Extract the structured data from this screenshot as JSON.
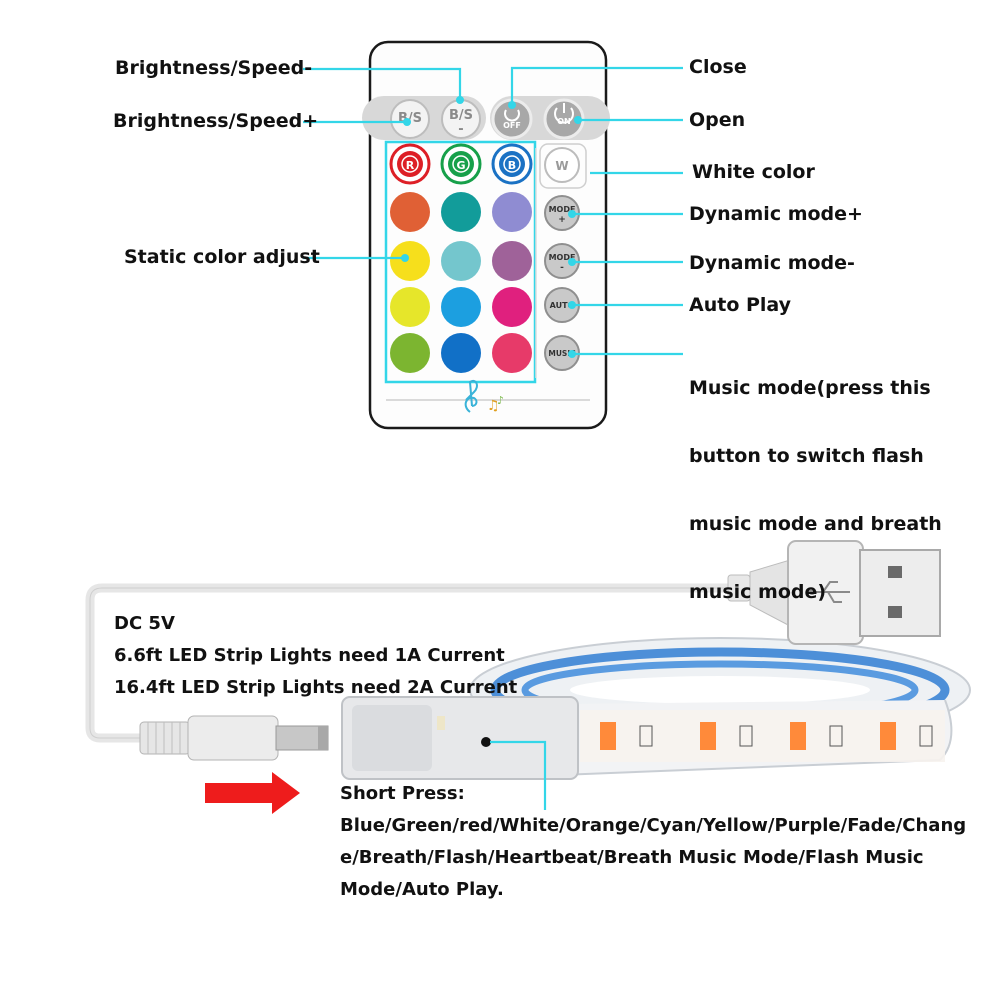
{
  "labels": {
    "brightness_minus": "Brightness/Speed-",
    "brightness_plus": "Brightness/Speed+",
    "static_color": "Static color adjust",
    "close": "Close",
    "open": "Open",
    "white": "White color",
    "dyn_plus": "Dynamic mode+",
    "dyn_minus": "Dynamic mode-",
    "auto": "Auto Play",
    "music_lines": [
      "Music mode(press this",
      "button to switch flash",
      "music mode  and breath",
      "music mode)"
    ]
  },
  "remote_buttons": {
    "bs_plus": "B/S",
    "bs_minus_top": "B/S",
    "bs_minus_sign": "-",
    "off": "OFF",
    "on": "ON",
    "r": "R",
    "g": "G",
    "b": "B",
    "w": "W",
    "mode": "MODE",
    "plus": "+",
    "minus": "-",
    "auto": "AUTO",
    "music": "MUSIC"
  },
  "color_grid": [
    "#e06035",
    "#129c9a",
    "#8f8cd2",
    "#f6df1c",
    "#74c6cd",
    "#9f6299",
    "#e6e62a",
    "#1c9fe0",
    "#e0207e",
    "#7cb530",
    "#1170c7",
    "#e73a69"
  ],
  "power": {
    "lines": [
      "DC 5V",
      "6.6ft LED Strip Lights need 1A Current",
      "16.4ft LED Strip Lights need 2A Current"
    ]
  },
  "short_press": {
    "title": "Short Press:",
    "lines": [
      "Blue/Green/red/White/Orange/Cyan/Yellow/Purple/Fade/Chang",
      "e/Breath/Flash/Heartbeat/Breath Music Mode/Flash Music",
      "Mode/Auto Play."
    ]
  },
  "colors": {
    "leader": "#33d6e8",
    "arrow": "#ee1c1c"
  }
}
